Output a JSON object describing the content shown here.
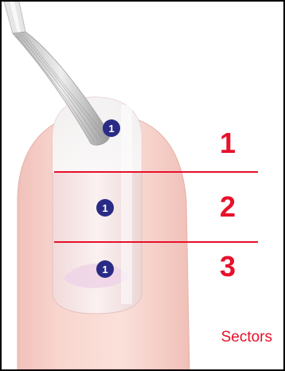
{
  "diagram": {
    "sectors": [
      {
        "number": "1",
        "badge": "1"
      },
      {
        "number": "2",
        "badge": "1"
      },
      {
        "number": "3",
        "badge": "1"
      }
    ],
    "footer_label": "Sectors",
    "colors": {
      "accent_red": "#e8102a",
      "badge_navy": "#2a2b86",
      "skin": "#f6cfc9",
      "nail": "#f2dfe0",
      "frame": "#000000"
    }
  }
}
